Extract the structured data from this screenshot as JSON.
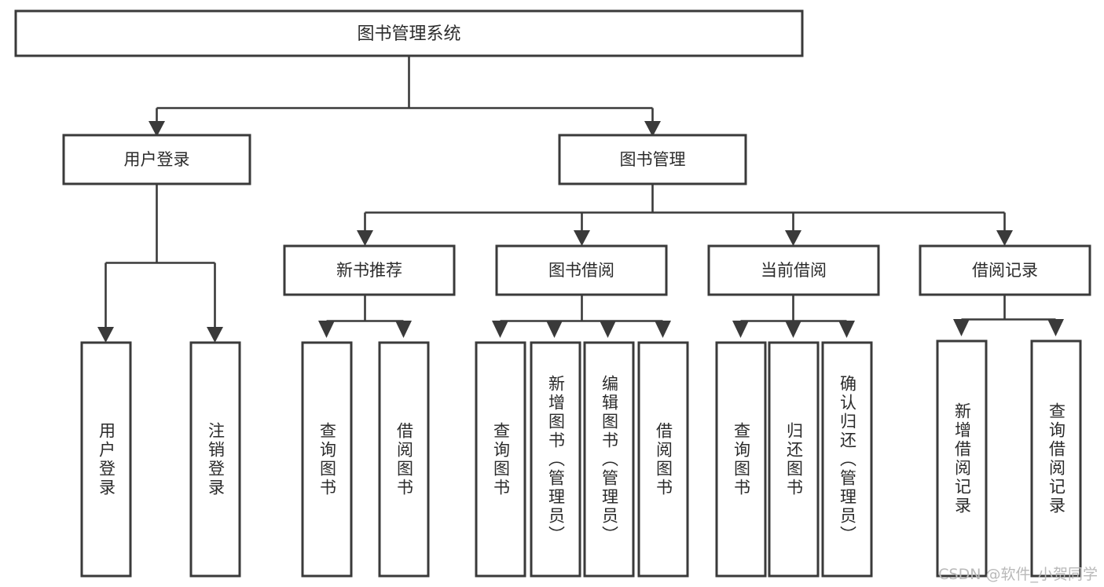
{
  "diagram": {
    "title": "图书管理系统",
    "type": "hierarchy-tree",
    "background_color": "#ffffff",
    "line_color": "#3a3a3a",
    "text_color": "#2b2b2b",
    "levels": 4
  },
  "nodes": {
    "root": {
      "label": "图书管理系统",
      "orientation": "horizontal"
    },
    "level2": [
      {
        "id": "user-login",
        "label": "用户登录",
        "orientation": "horizontal"
      },
      {
        "id": "book-manage",
        "label": "图书管理",
        "orientation": "horizontal"
      }
    ],
    "level3": [
      {
        "id": "new-book-recommend",
        "label": "新书推荐",
        "orientation": "horizontal",
        "parent": "book-manage"
      },
      {
        "id": "book-borrow",
        "label": "图书借阅",
        "orientation": "horizontal",
        "parent": "book-manage"
      },
      {
        "id": "current-borrow",
        "label": "当前借阅",
        "orientation": "horizontal",
        "parent": "book-manage"
      },
      {
        "id": "borrow-record",
        "label": "借阅记录",
        "orientation": "horizontal",
        "parent": "book-manage"
      }
    ],
    "leaves": [
      {
        "id": "leaf-user-login",
        "label": "用户登录",
        "parent": "user-login",
        "orientation": "vertical"
      },
      {
        "id": "leaf-user-logout",
        "label": "注销登录",
        "parent": "user-login",
        "orientation": "vertical"
      },
      {
        "id": "leaf-query-book-1",
        "label": "查询图书",
        "parent": "new-book-recommend",
        "orientation": "vertical"
      },
      {
        "id": "leaf-borrow-book-1",
        "label": "借阅图书",
        "parent": "new-book-recommend",
        "orientation": "vertical"
      },
      {
        "id": "leaf-query-book-2",
        "label": "查询图书",
        "parent": "book-borrow",
        "orientation": "vertical"
      },
      {
        "id": "leaf-add-book",
        "label": "新增图书（管理员）",
        "parent": "book-borrow",
        "orientation": "vertical"
      },
      {
        "id": "leaf-edit-book",
        "label": "编辑图书（管理员）",
        "parent": "book-borrow",
        "orientation": "vertical"
      },
      {
        "id": "leaf-borrow-book-2",
        "label": "借阅图书",
        "parent": "book-borrow",
        "orientation": "vertical"
      },
      {
        "id": "leaf-query-book-3",
        "label": "查询图书",
        "parent": "current-borrow",
        "orientation": "vertical"
      },
      {
        "id": "leaf-return-book",
        "label": "归还图书",
        "parent": "current-borrow",
        "orientation": "vertical"
      },
      {
        "id": "leaf-confirm-return",
        "label": "确认归还（管理员）",
        "parent": "current-borrow",
        "orientation": "vertical"
      },
      {
        "id": "leaf-add-record",
        "label": "新增借阅记录",
        "parent": "borrow-record",
        "orientation": "vertical"
      },
      {
        "id": "leaf-query-record",
        "label": "查询借阅记录",
        "parent": "borrow-record",
        "orientation": "vertical"
      }
    ]
  },
  "watermark": {
    "text": "CSDN @软件_小贺同学"
  }
}
